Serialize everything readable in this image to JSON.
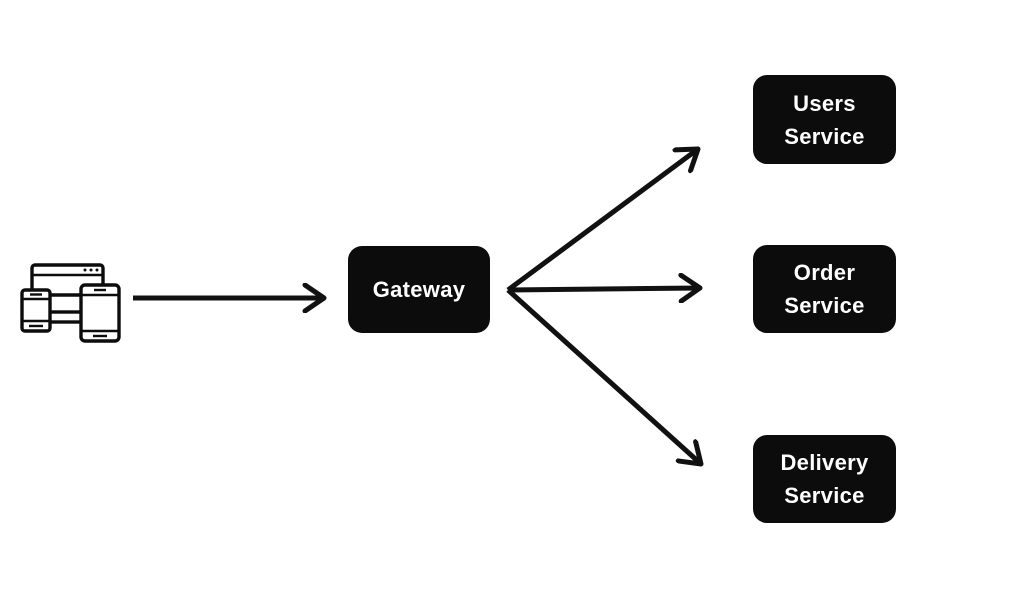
{
  "theme": {
    "background": "#ffffff",
    "node_bg": "#0c0c0c",
    "node_text": "#ffffff",
    "arrow": "#111111"
  },
  "diagram": {
    "type": "architecture-flow",
    "client": {
      "icon": "devices-icon",
      "description": "client devices (browser, phone, tablet)"
    },
    "gateway": {
      "label": "Gateway"
    },
    "services": [
      {
        "id": "users",
        "label": "Users Service",
        "lines": [
          "Users",
          "Service"
        ]
      },
      {
        "id": "order",
        "label": "Order Service",
        "lines": [
          "Order",
          "Service"
        ]
      },
      {
        "id": "delivery",
        "label": "Delivery Service",
        "lines": [
          "Delivery",
          "Service"
        ]
      }
    ],
    "edges": [
      {
        "from": "client",
        "to": "gateway"
      },
      {
        "from": "gateway",
        "to": "users"
      },
      {
        "from": "gateway",
        "to": "order"
      },
      {
        "from": "gateway",
        "to": "delivery"
      }
    ]
  }
}
